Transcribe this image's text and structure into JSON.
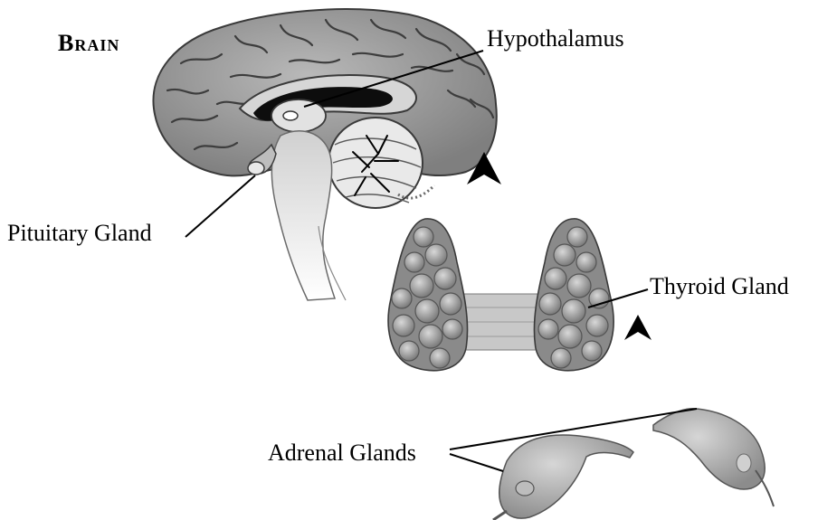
{
  "title": "Brain",
  "labels": {
    "hypothalamus": "Hypothalamus",
    "pituitary": "Pituitary Gland",
    "thyroid": "Thyroid Gland",
    "adrenal": "Adrenal Glands"
  },
  "icons": [
    "arrowhead-up-icon",
    "arrowhead-up-icon"
  ],
  "colors": {
    "tissue": "#9a9a9a",
    "tissue_dark": "#6e6e6e",
    "tissue_light": "#d4d4d4",
    "background": "#ffffff",
    "ink": "#000000"
  }
}
